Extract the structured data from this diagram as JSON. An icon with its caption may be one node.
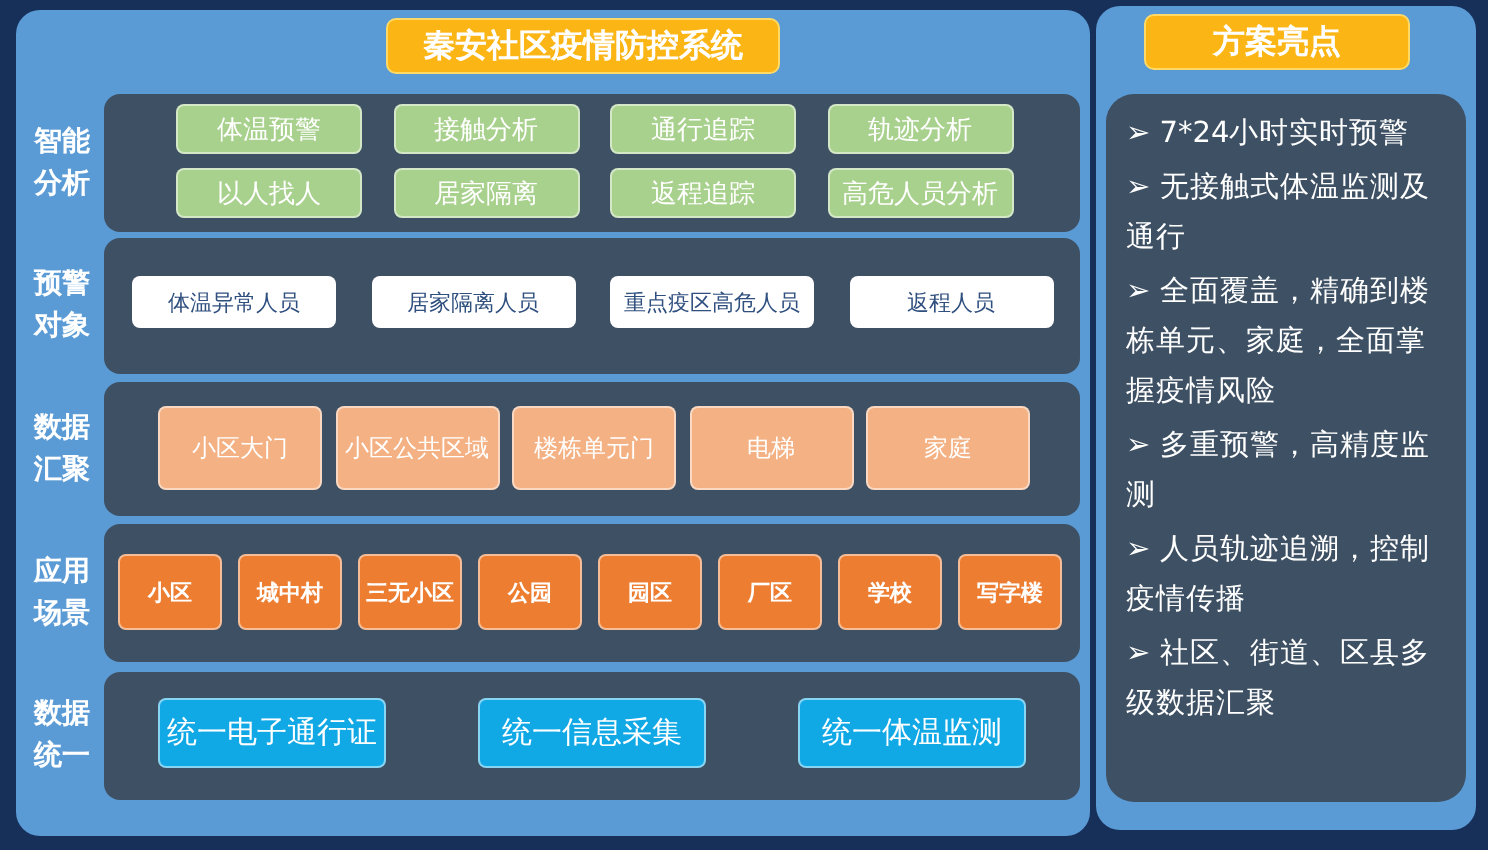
{
  "diagram": {
    "nodes": [
      {
        "text": [
          "秦安社区疫情防控系统"
        ]
      },
      {
        "text": [
          "智能分析"
        ],
        "in": 0
      },
      {
        "text": [
          "体温预警"
        ],
        "in": 1
      },
      {
        "text": [
          "接触分析"
        ],
        "in": 1
      },
      {
        "text": [
          "通行追踪"
        ],
        "in": 1
      },
      {
        "text": [
          "轨迹分析"
        ],
        "in": 1
      },
      {
        "text": [
          "以人找人"
        ],
        "in": 1
      },
      {
        "text": [
          "居家隔离"
        ],
        "in": 1
      },
      {
        "text": [
          "返程追踪"
        ],
        "in": 1
      },
      {
        "text": [
          "高危人员分析"
        ],
        "in": 1
      },
      {
        "text": [
          "预警对象"
        ],
        "in": 0
      },
      {
        "text": [
          "体温异常人员"
        ],
        "in": 10
      },
      {
        "text": [
          "居家隔离人员"
        ],
        "in": 10
      },
      {
        "text": [
          "重点疫区高危人员"
        ],
        "in": 10
      },
      {
        "text": [
          "返程人员"
        ],
        "in": 10
      },
      {
        "text": [
          "数据汇聚"
        ],
        "in": 0
      },
      {
        "text": [
          "小区大门"
        ],
        "in": 15
      },
      {
        "text": [
          "小区公共区域"
        ],
        "in": 15
      },
      {
        "text": [
          "楼栋单元门"
        ],
        "in": 15
      },
      {
        "text": [
          "电梯"
        ],
        "in": 15
      },
      {
        "text": [
          "家庭"
        ],
        "in": 15
      },
      {
        "text": [
          "应用场景"
        ],
        "in": 0
      },
      {
        "text": [
          "小区"
        ],
        "in": 21
      },
      {
        "text": [
          "城中村"
        ],
        "in": 21
      },
      {
        "text": [
          "三无小区"
        ],
        "in": 21
      },
      {
        "text": [
          "公园"
        ],
        "in": 21
      },
      {
        "text": [
          "园区"
        ],
        "in": 21
      },
      {
        "text": [
          "厂区"
        ],
        "in": 21
      },
      {
        "text": [
          "学校"
        ],
        "in": 21
      },
      {
        "text": [
          "写字楼"
        ],
        "in": 21
      },
      {
        "text": [
          "数据统一"
        ],
        "in": 0
      },
      {
        "text": [
          "统一电子通行证"
        ],
        "in": 30
      },
      {
        "text": [
          "统一信息采集"
        ],
        "in": 30
      },
      {
        "text": [
          "统一体温监测"
        ],
        "in": 30
      },
      {
        "text": [
          "方案亮点"
        ]
      },
      {
        "text": [
          "➢ 7*24小时实时预警",
          "➢ 无接触式体温监测及通行",
          "➢ 全面覆盖，精确到楼栋单元、家庭，全面掌握疫情风险",
          "➢ 多重预警，高精度监测",
          "➢ 人员轨迹追溯，控制疫情传播",
          "➢ 社区、街道、区县多级数据汇聚"
        ],
        "in": 34
      }
    ],
    "edges": []
  }
}
